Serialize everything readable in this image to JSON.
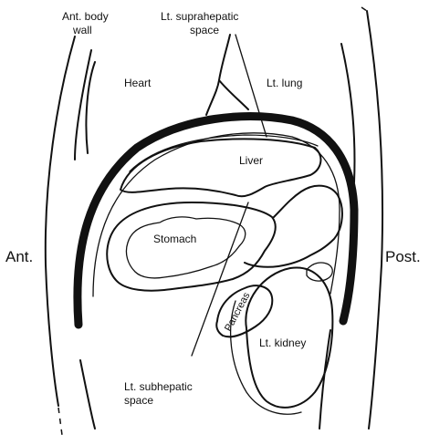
{
  "labels": {
    "ant_body_wall_1": "Ant. body",
    "ant_body_wall_2": "wall",
    "suprahepatic_1": "Lt. suprahepatic",
    "suprahepatic_2": "space",
    "heart": "Heart",
    "lung": "Lt. lung",
    "liver": "Liver",
    "stomach": "Stomach",
    "pancreas": "Pancreas",
    "kidney": "Lt. kidney",
    "subhepatic_1": "Lt. subhepatic",
    "subhepatic_2": "space",
    "ant": "Ant.",
    "post": "Post."
  },
  "colors": {
    "ink": "#111111",
    "background": "#ffffff"
  }
}
